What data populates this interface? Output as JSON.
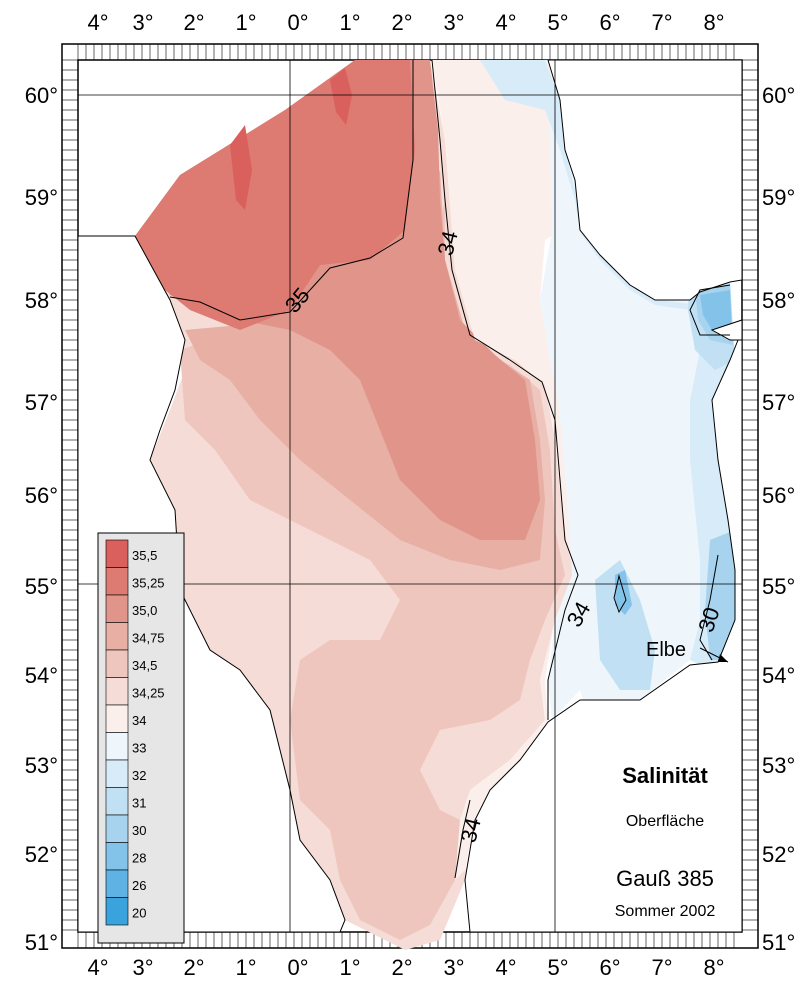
{
  "map": {
    "title": "Salinität",
    "subtitle": "Oberfläche",
    "cruise": "Gauß 385",
    "season": "Sommer 2002",
    "place_label": "Elbe",
    "lon_labels_top": [
      "4°",
      "3°",
      "2°",
      "1°",
      "0°",
      "1°",
      "2°",
      "3°",
      "4°",
      "5°",
      "6°",
      "7°",
      "8°"
    ],
    "lon_labels_bottom": [
      "4°",
      "3°",
      "2°",
      "1°",
      "0°",
      "1°",
      "2°",
      "3°",
      "4°",
      "5°",
      "6°",
      "7°",
      "8°"
    ],
    "lat_labels_left": [
      "60°",
      "59°",
      "58°",
      "57°",
      "56°",
      "55°",
      "54°",
      "53°",
      "52°",
      "51°"
    ],
    "lat_labels_right": [
      "60°",
      "59°",
      "58°",
      "57°",
      "56°",
      "55°",
      "54°",
      "53°",
      "52°",
      "51°"
    ],
    "contour_labels": [
      "34",
      "35",
      "34",
      "34",
      "30"
    ],
    "legend": [
      {
        "label": "35,5",
        "color": "#d9605c"
      },
      {
        "label": "35,25",
        "color": "#dd7a72"
      },
      {
        "label": "35,0",
        "color": "#e0948a"
      },
      {
        "label": "34,75",
        "color": "#e8afa5"
      },
      {
        "label": "34,5",
        "color": "#efc6be"
      },
      {
        "label": "34,25",
        "color": "#f5dcd6"
      },
      {
        "label": "34",
        "color": "#fbefec"
      },
      {
        "label": "33",
        "color": "#eef6fc"
      },
      {
        "label": "32",
        "color": "#d8ebf8"
      },
      {
        "label": "31",
        "color": "#c2e0f3"
      },
      {
        "label": "30",
        "color": "#a7d3ee"
      },
      {
        "label": "28",
        "color": "#84c3e9"
      },
      {
        "label": "26",
        "color": "#5fb3e4"
      },
      {
        "label": "20",
        "color": "#3aa3dd"
      }
    ],
    "colors": {
      "land": "#ffffff",
      "frame": "#000000",
      "legend_bg": "#e6e6e6"
    }
  }
}
